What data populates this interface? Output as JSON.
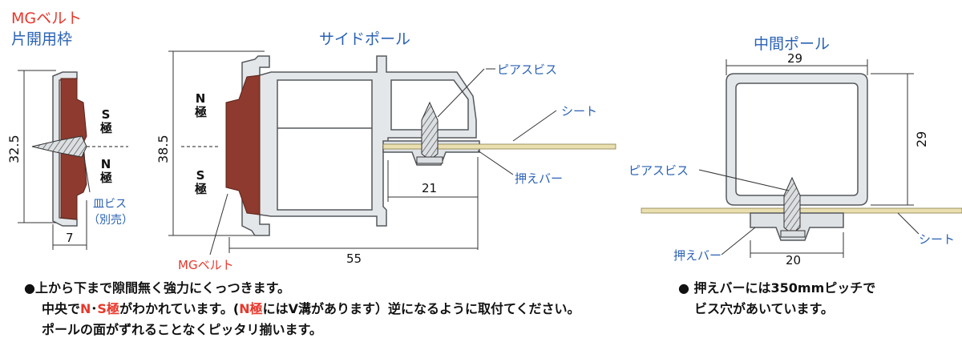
{
  "left": {
    "title_line1": "MGベルト",
    "title_line2": "片開用枠",
    "dim_height": "32.5",
    "dim_width": "7",
    "s_pole": "S極",
    "n_pole": "N極",
    "screw_note_1": "皿ビス",
    "screw_note_2": "（別売）"
  },
  "middle": {
    "title": "サイドポール",
    "dim_height": "38.5",
    "dim_width": "55",
    "dim_21": "21",
    "n_pole": "N極",
    "s_pole": "S極",
    "mg_belt": "MGベルト",
    "pierce_screw": "ピアスビス",
    "sheet": "シート",
    "press_bar": "押えバー"
  },
  "right": {
    "title": "中間ポール",
    "dim_top": "29",
    "dim_side": "29",
    "dim_bottom": "20",
    "pierce_screw": "ピアスビス",
    "press_bar": "押えバー",
    "sheet": "シート"
  },
  "notes": {
    "left_line1": "●上から下まで隙間無く強力にくっつきます。",
    "left_line2_a": "中央で",
    "left_line2_n": "N",
    "left_line2_dot": "･",
    "left_line2_s": "S極",
    "left_line2_b": "がわかれています。(",
    "left_line2_n2": "N極",
    "left_line2_c": "にはV溝があります）逆になるように取付てください。",
    "left_line3": "ポールの面がずれることなくピッタリ揃います。",
    "right_line1": "● 押えバーには350mmピッチで",
    "right_line2": "ビス穴があいています。"
  },
  "colors": {
    "red_text": "#e8382c",
    "blue_text": "#2a62b4",
    "magnet": "#8e3a2e",
    "profile_fill": "#e4e7ea",
    "profile_stroke": "#55585c",
    "sheet": "#e9dfb0"
  }
}
